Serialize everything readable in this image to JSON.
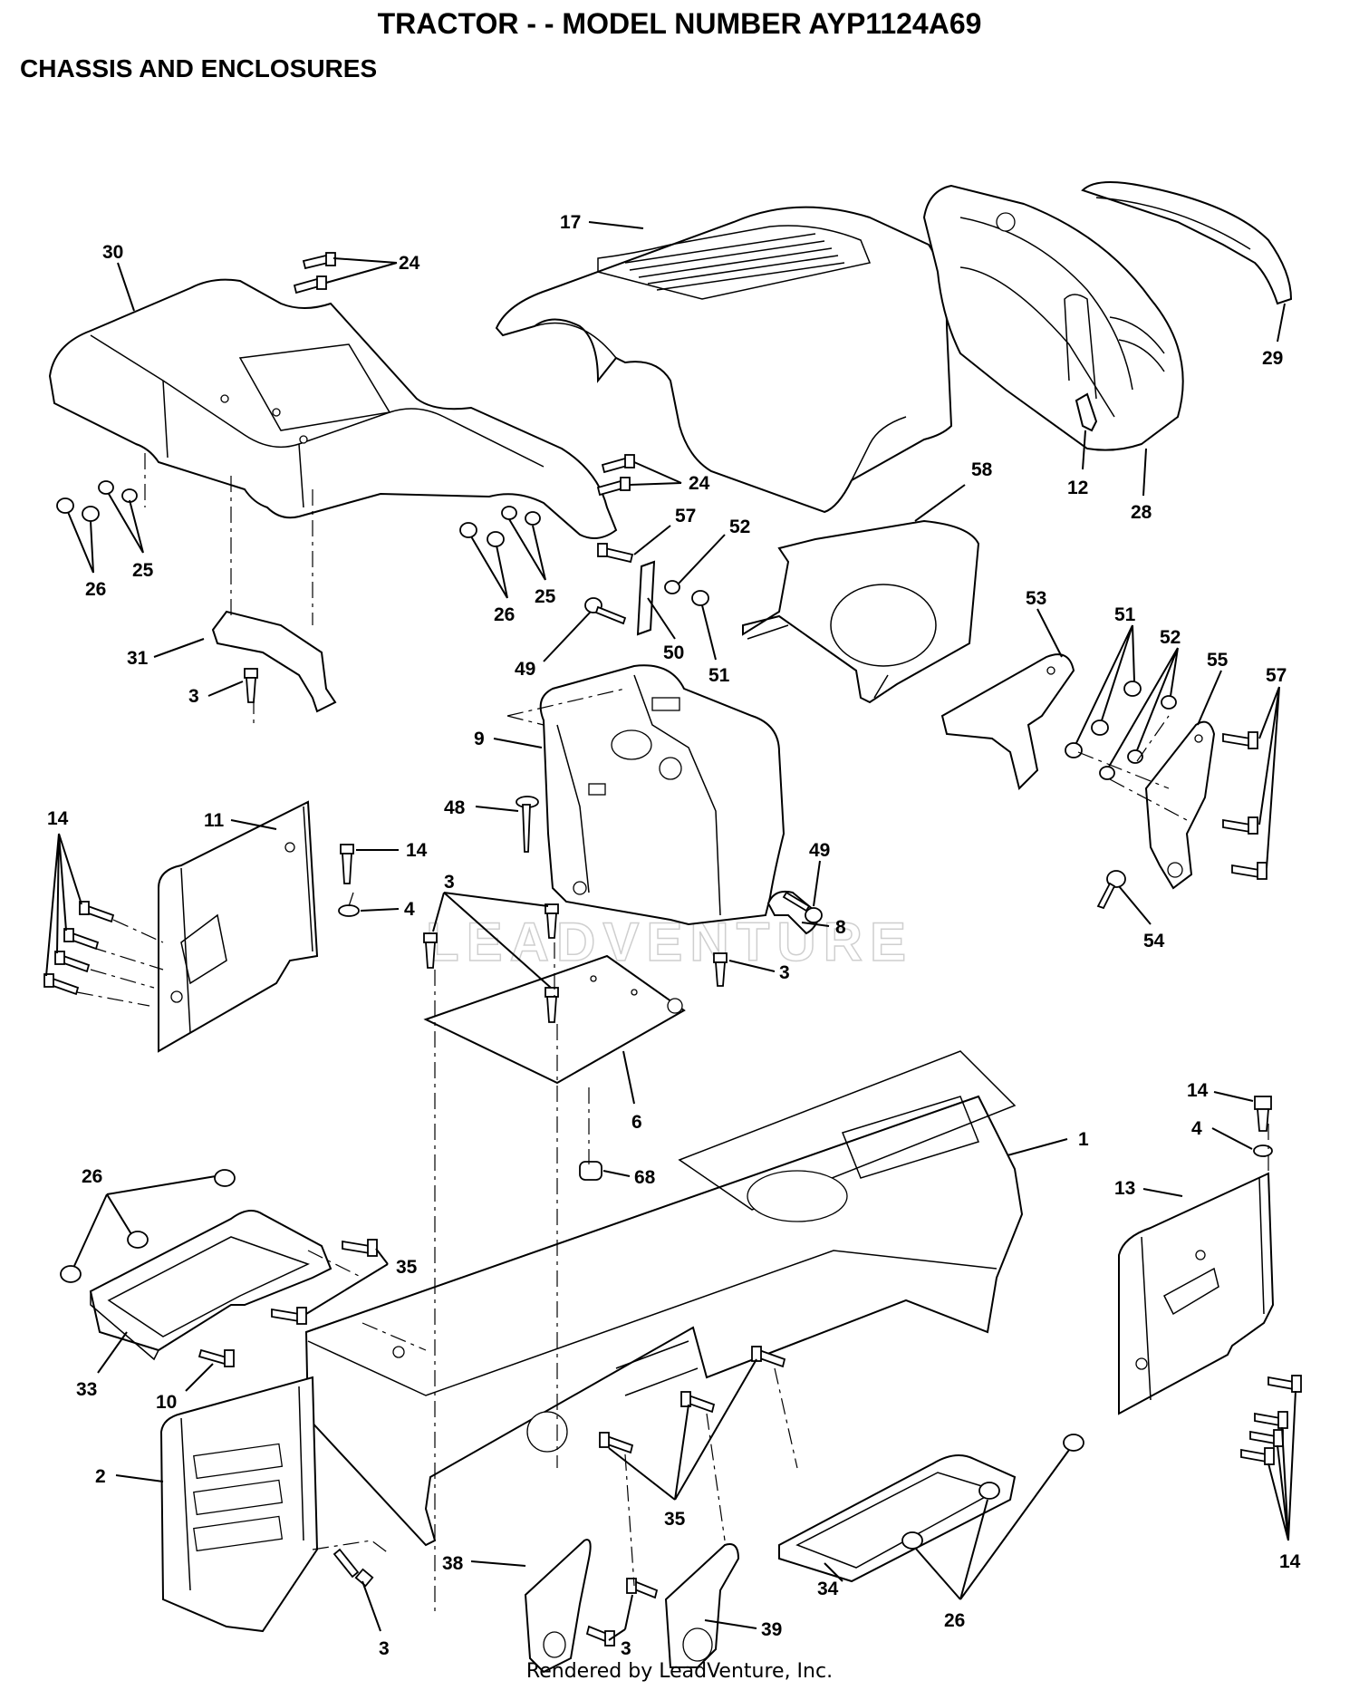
{
  "header": {
    "title": "TRACTOR - - MODEL NUMBER AYP1124A69",
    "subtitle": "CHASSIS AND ENCLOSURES"
  },
  "watermark": "LEADVENTURE",
  "footer": "Rendered by LeadVenture, Inc.",
  "callouts": [
    {
      "id": "c1",
      "label": "1"
    },
    {
      "id": "c2",
      "label": "2"
    },
    {
      "id": "c3a",
      "label": "3"
    },
    {
      "id": "c3b",
      "label": "3"
    },
    {
      "id": "c3c",
      "label": "3"
    },
    {
      "id": "c3d",
      "label": "3"
    },
    {
      "id": "c3e",
      "label": "3"
    },
    {
      "id": "c4a",
      "label": "4"
    },
    {
      "id": "c4b",
      "label": "4"
    },
    {
      "id": "c6",
      "label": "6"
    },
    {
      "id": "c8",
      "label": "8"
    },
    {
      "id": "c9",
      "label": "9"
    },
    {
      "id": "c10",
      "label": "10"
    },
    {
      "id": "c11",
      "label": "11"
    },
    {
      "id": "c12",
      "label": "12"
    },
    {
      "id": "c13",
      "label": "13"
    },
    {
      "id": "c14a",
      "label": "14"
    },
    {
      "id": "c14b",
      "label": "14"
    },
    {
      "id": "c14c",
      "label": "14"
    },
    {
      "id": "c14d",
      "label": "14"
    },
    {
      "id": "c17",
      "label": "17"
    },
    {
      "id": "c24a",
      "label": "24"
    },
    {
      "id": "c24b",
      "label": "24"
    },
    {
      "id": "c25a",
      "label": "25"
    },
    {
      "id": "c25b",
      "label": "25"
    },
    {
      "id": "c26a",
      "label": "26"
    },
    {
      "id": "c26b",
      "label": "26"
    },
    {
      "id": "c26c",
      "label": "26"
    },
    {
      "id": "c26d",
      "label": "26"
    },
    {
      "id": "c28",
      "label": "28"
    },
    {
      "id": "c29",
      "label": "29"
    },
    {
      "id": "c30",
      "label": "30"
    },
    {
      "id": "c31",
      "label": "31"
    },
    {
      "id": "c33",
      "label": "33"
    },
    {
      "id": "c34",
      "label": "34"
    },
    {
      "id": "c35a",
      "label": "35"
    },
    {
      "id": "c35b",
      "label": "35"
    },
    {
      "id": "c38",
      "label": "38"
    },
    {
      "id": "c39",
      "label": "39"
    },
    {
      "id": "c48",
      "label": "48"
    },
    {
      "id": "c49a",
      "label": "49"
    },
    {
      "id": "c49b",
      "label": "49"
    },
    {
      "id": "c50",
      "label": "50"
    },
    {
      "id": "c51a",
      "label": "51"
    },
    {
      "id": "c51b",
      "label": "51"
    },
    {
      "id": "c52a",
      "label": "52"
    },
    {
      "id": "c52b",
      "label": "52"
    },
    {
      "id": "c53",
      "label": "53"
    },
    {
      "id": "c54",
      "label": "54"
    },
    {
      "id": "c55",
      "label": "55"
    },
    {
      "id": "c57a",
      "label": "57"
    },
    {
      "id": "c57b",
      "label": "57"
    },
    {
      "id": "c58",
      "label": "58"
    },
    {
      "id": "c68",
      "label": "68"
    }
  ]
}
